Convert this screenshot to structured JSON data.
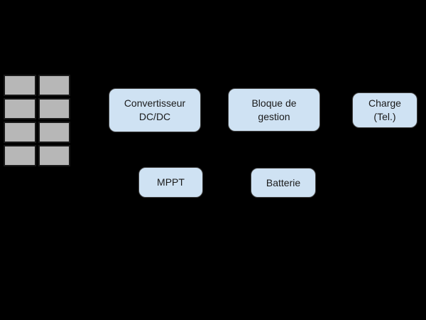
{
  "diagram": {
    "background_color": "#000000",
    "solar_panel": {
      "rows": 4,
      "columns": 2,
      "cell_color": "#b7b7b7",
      "cell_border_color": "#191919"
    },
    "node_style": {
      "fill": "#cfe2f3",
      "border": "#424242",
      "text_color": "#1a1a1a"
    },
    "nodes": [
      {
        "id": "convertisseur-dcdc",
        "label": "Convertisseur\nDC/DC"
      },
      {
        "id": "bloque-de-gestion",
        "label": "Bloque de\ngestion"
      },
      {
        "id": "charge-tel",
        "label": "Charge\n(Tel.)"
      },
      {
        "id": "mppt",
        "label": "MPPT"
      },
      {
        "id": "batterie",
        "label": "Batterie"
      }
    ]
  }
}
